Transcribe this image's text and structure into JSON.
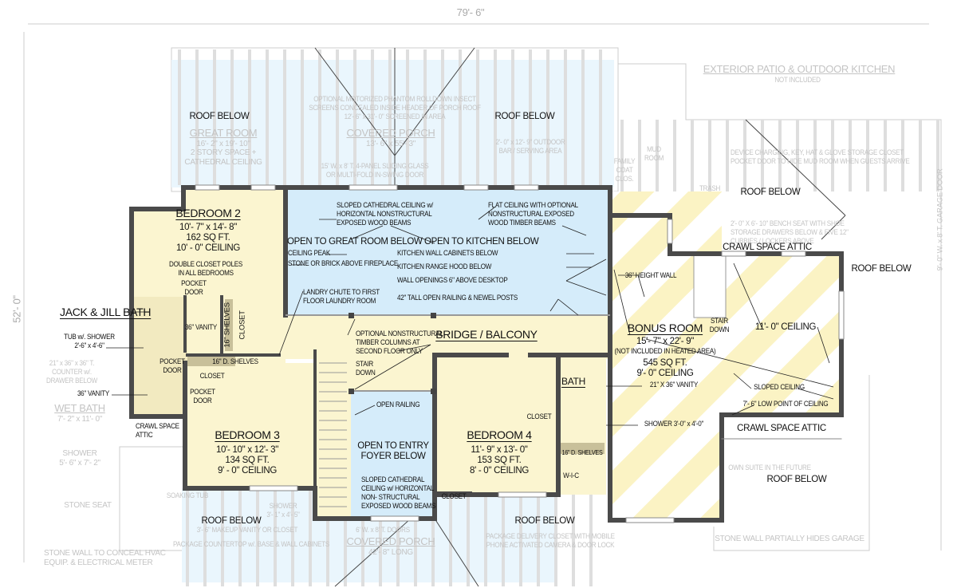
{
  "dimensions": {
    "width": "79'- 6\"",
    "depth": "52'- 0\""
  },
  "rooms": {
    "bedroom2": {
      "name": "BEDROOM 2",
      "size": "10'- 7\" x 14'- 8\"",
      "area": "162 SQ FT.",
      "ceiling": "10' - 0\" CEILING",
      "note1": "DOUBLE CLOSET POLES",
      "note2": "IN ALL BEDROOMS",
      "door1": "POCKET",
      "door2": "DOOR"
    },
    "bedroom3": {
      "name": "BEDROOM 3",
      "size": "10'- 10\" x 12'- 3\"",
      "area": "134 SQ FT.",
      "ceiling": "9' - 0\" CEILING"
    },
    "bedroom4": {
      "name": "BEDROOM 4",
      "size": "11'- 9\" x 13'- 0\"",
      "area": "153 SQ FT.",
      "ceiling": "8' - 0\" CEILING"
    },
    "bonus": {
      "name": "BONUS ROOM",
      "size": "15'- 7\" x 22'- 9\"",
      "note": "(NOT INCLUDED IN HEATED AREA)",
      "area": "545 SQ FT.",
      "ceiling": "9'- 0\" CEILING"
    },
    "bridge": "BRIDGE / BALCONY",
    "jack_jill": "JACK & JILL BATH",
    "bath": "BATH",
    "open_great": "OPEN TO GREAT ROOM BELOW",
    "open_kitchen": "OPEN TO KITCHEN BELOW",
    "open_entry1": "OPEN TO ENTRY",
    "open_entry2": "FOYER BELOW"
  },
  "labels": {
    "sloped_cathedral": [
      "SLOPED CATHEDRAL  CEILING w/",
      "HORIZONTAL NONSTRUCTURAL",
      "EXPOSED WOOD BEAMS"
    ],
    "flat_ceiling": [
      "FLAT CEILING WITH OPTIONAL",
      "NONSTRUCTURAL EXPOSED",
      "WOOD TIMBER BEAMS"
    ],
    "ceiling_peak": "CEILING PEAK",
    "stone_brick": "STONE OR BRICK ABOVE FIREPLACE",
    "kitchen_cabinets": "KITCHEN WALL CABINETS BELOW",
    "range_hood": "KITCHEN RANGE HOOD BELOW",
    "wall_openings": "WALL OPENINGS 6\" ABOVE DESKTOP",
    "railing_42": "42\" TALL OPEN RAILING & NEWEL POSTS",
    "landry_chute": [
      "LANDRY CHUTE TO FIRST",
      "FLOOR LAUNDRY ROOM"
    ],
    "timber_columns": [
      "OPTIONAL NONSTRUCTURAL",
      "TIMBER COLUMNS AT",
      "SECOND FLOOR ONLY"
    ],
    "stair_down": [
      "STAIR",
      "DOWN"
    ],
    "open_railing": "OPEN RAILING",
    "foyer_ceiling": [
      "SLOPED CATHEDRAL",
      "CEILING w/ HORIZONTAL",
      "NON- STRUCTURAL",
      "EXPOSED WOOD BEAMS"
    ],
    "closet": "CLOSET",
    "shelves_16": "16\" D. SHELVES",
    "shelves_16_v": "16\" SHELVES",
    "vanity_36": "36\" VANITY",
    "tub_shower": [
      "TUB w/. SHOWER",
      "2'-6\" x 4'-6\""
    ],
    "pocket_door": [
      "POCKET",
      "DOOR"
    ],
    "crawl_attic": "CRAWL SPACE ATTIC",
    "crawl_attic_2": [
      "CRAWL SPACE",
      "ATTIC"
    ],
    "wic": "W-I-C",
    "vanity_21": "21\" X 36\" VANITY",
    "shower_3x4": "SHOWER 3'-0\" x 4'-0\"",
    "height_wall": "36\" HEIGHT WALL",
    "ceiling_11": "11'- 0\" CEILING",
    "sloped_ceiling": "SLOPED CEILING",
    "low_point": "7'- 6\" LOW POINT OF CEILING",
    "roof_below": "ROOF BELOW"
  },
  "faded": {
    "patio": "EXTERIOR PATIO & OUTDOOR KITCHEN",
    "not_included": "NOT INCLUDED",
    "screens": [
      "OPTIONAL MOTORIZED PHANTOM ROLLDOWN INSECT",
      "SCREENS CONCEALED INSIDE HEADER OF PORCH ROOF",
      "12'- 6\" x 31'- 0\" SCREENED IN AREA"
    ],
    "great_room": [
      "GREAT ROOM",
      "16'- 2\" x 19'- 10\"",
      "2 STORY SPACE +",
      "CATHEDRAL CEILING"
    ],
    "covered_porch": [
      "COVERED PORCH",
      "13'- 6\" x 55'- 3\""
    ],
    "sliding": [
      "15' W. x 8' T. 4-PANEL SLIDING GLASS",
      "OR MULTI-FOLD IN-SWING DOOR"
    ],
    "outdoor_bar": [
      "2'- 0\" x 12'- 9\" OUTDOOR",
      "BAR / SERVING AREA"
    ],
    "mud_room": [
      "MUD",
      "ROOM"
    ],
    "family_coat": [
      "FAMILY",
      "COAT",
      "CLOS."
    ],
    "trash": "TRASH",
    "device_closet": [
      "DEVICE CHARGING, KEY, HAT & GLOVE STORAGE CLOSET",
      "POCKET DOOR TO HIDE MUD ROOM WHEN GUESTS ARRIVE"
    ],
    "bench": [
      "2'- 0\" X 6'- 10\" BENCH SEAT WITH SHOE",
      "STORAGE DRAWERS BELOW & FIVE 12\"",
      "CUBBIES / LOCKERS ABOVE"
    ],
    "garage_door": "9'- 0\" W. x 8' T. GARAGE DOOR",
    "counter": [
      "21\" x 36\" x 36\" T.",
      "COUNTER w/.",
      "DRAWER BELOW"
    ],
    "wet_bath": [
      "WET BATH",
      "7'- 2\" x 11'- 0\""
    ],
    "shower_big": [
      "SHOWER",
      "5'- 6\" x 7'- 2\""
    ],
    "stone_seat": "STONE SEAT",
    "soaking_tub": "SOAKING TUB",
    "stone_wall": [
      "STONE WALL TO CONCEAL HVAC",
      "EQUIP. & ELECTRICAL METER"
    ],
    "shower_small": [
      "SHOWER",
      "3'- 1\" x 4'- 5\""
    ],
    "makeup": "3'- 6\" MAKEUP VANITY OR CLOSET",
    "package_counter": "PACKAGE COUNTERTOP w/. BASE & WALL CABINETS",
    "doors_6": "6' W. x 8' T. DOORS",
    "covered_porch2": [
      "COVERED PORCH",
      "42'- 8\" LONG"
    ],
    "package_closet": [
      "PACKAGE DELIVERY CLOSET WITH MOBILE",
      "PHONE ACTIVATED CAMERA & DOOR LOCK"
    ],
    "stone_garage": "STONE WALL PARTIALLY HIDES GARAGE",
    "suite": "OWN SUITE IN THE FUTURE"
  },
  "colors": {
    "wall": "#4a4a4a",
    "room_fill": "#fbf5d0",
    "open_fill": "#d5ecfa",
    "roof_fill": "#eaf6fd",
    "stripe": "#fbf3c4",
    "faded": "#c4c4c4"
  }
}
